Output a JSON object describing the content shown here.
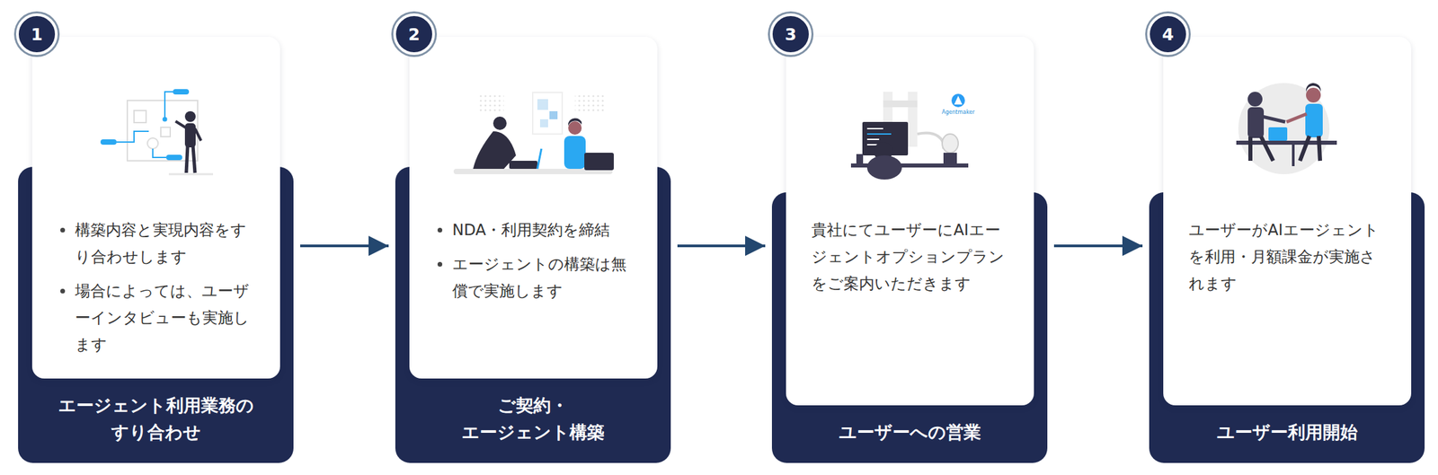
{
  "diagram": {
    "nodes": [
      {
        "text": [
          "エージェント利用業務の すり合わせ"
        ]
      },
      {
        "text": [
          "構築内容と実現内容をすり合わせします",
          "場合によっては、ユーザーインタビューも実施します"
        ],
        "in": 0
      },
      {
        "text": [
          "1"
        ],
        "in": 1
      },
      {
        "text": [
          "ご契約・ エージェント構築"
        ]
      },
      {
        "text": [
          "NDA・利用契約を締結",
          "エージェントの構築は無償で実施します"
        ],
        "in": 3
      },
      {
        "text": [
          "2"
        ],
        "in": 4
      },
      {
        "text": [
          "ユーザーへの営業"
        ]
      },
      {
        "text": [
          "貴社にてユーザーにAIエージェントオプションプランをご案内いただきます"
        ],
        "in": 6
      },
      {
        "text": [
          "3"
        ],
        "in": 7
      },
      {
        "text": [
          "ユーザー利用開始"
        ]
      },
      {
        "text": [
          "ユーザーがAIエージェントを利用・月額課金が実施されます"
        ],
        "in": 9
      },
      {
        "text": [
          "4"
        ],
        "in": 10
      }
    ],
    "edges": [
      {
        "from": 0,
        "to": 3,
        "arrow": "to"
      },
      {
        "from": 3,
        "to": 6,
        "arrow": "to"
      },
      {
        "from": 6,
        "to": 9,
        "arrow": "to"
      }
    ],
    "labels": [
      "Agentmaker"
    ]
  }
}
